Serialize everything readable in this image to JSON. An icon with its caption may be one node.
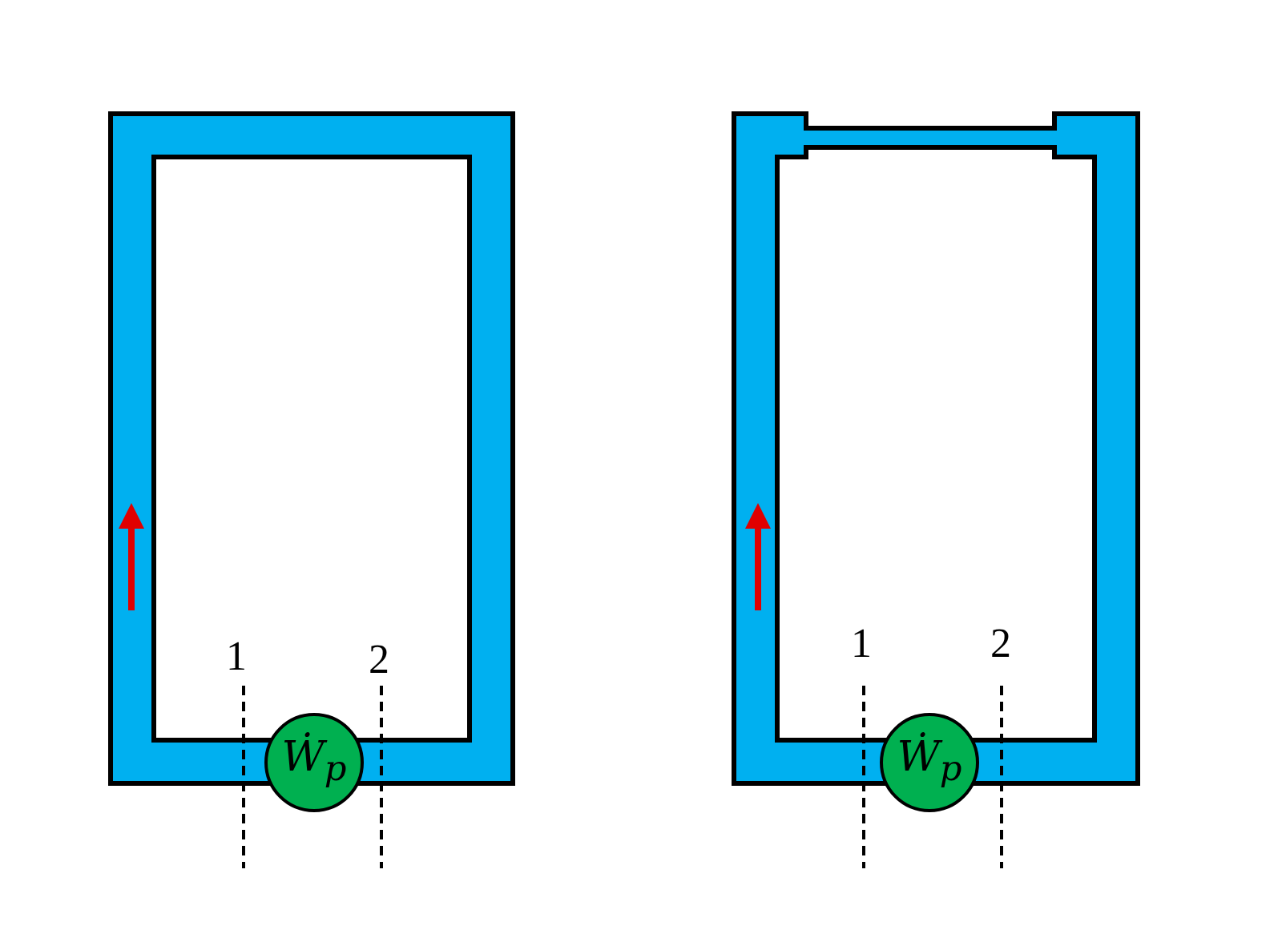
{
  "diagram": {
    "nodes": [
      {
        "text": [
          "Ẇ$_{p}$"
        ]
      },
      {
        "text": [
          "Ẇ$_{p}$"
        ]
      }
    ],
    "labels": [
      "1",
      "2",
      "1",
      "2"
    ]
  }
}
